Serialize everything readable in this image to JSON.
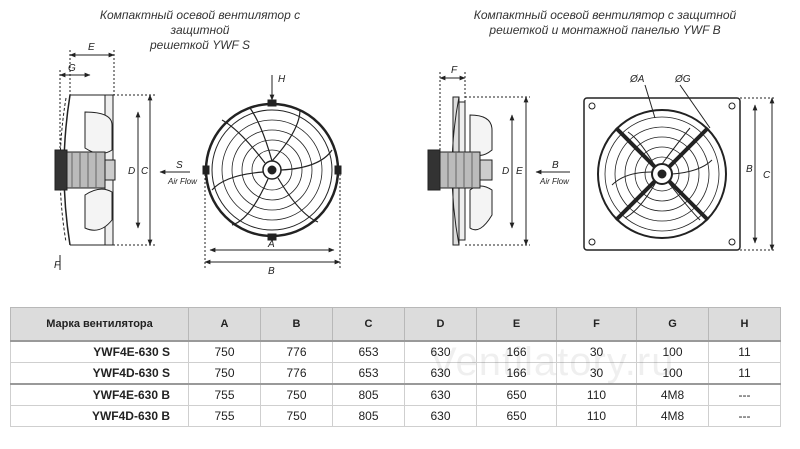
{
  "captions": {
    "left_line1": "Компактный осевой вентилятор с защитной",
    "left_line2": "решеткой YWF S",
    "right_line1": "Компактный осевой вентилятор с защитной",
    "right_line2": "решеткой и монтажной панелью YWF B"
  },
  "dim_labels": {
    "A": "A",
    "B": "B",
    "C": "C",
    "D": "D",
    "E": "E",
    "F": "F",
    "G": "G",
    "H": "H",
    "S": "S",
    "dia_A": "ØA",
    "dia_G": "ØG"
  },
  "airflow": "Air Flow",
  "table": {
    "headers": [
      "Марка вентилятора",
      "A",
      "B",
      "C",
      "D",
      "E",
      "F",
      "G",
      "H"
    ],
    "rows": [
      [
        "YWF4E-630 S",
        "750",
        "776",
        "653",
        "630",
        "166",
        "30",
        "100",
        "11"
      ],
      [
        "YWF4D-630 S",
        "750",
        "776",
        "653",
        "630",
        "166",
        "30",
        "100",
        "11"
      ],
      [
        "YWF4E-630 B",
        "755",
        "750",
        "805",
        "630",
        "650",
        "110",
        "4M8",
        "---"
      ],
      [
        "YWF4D-630 B",
        "755",
        "750",
        "805",
        "630",
        "650",
        "110",
        "4M8",
        "---"
      ]
    ]
  },
  "watermark": "Ventilatory.ru"
}
